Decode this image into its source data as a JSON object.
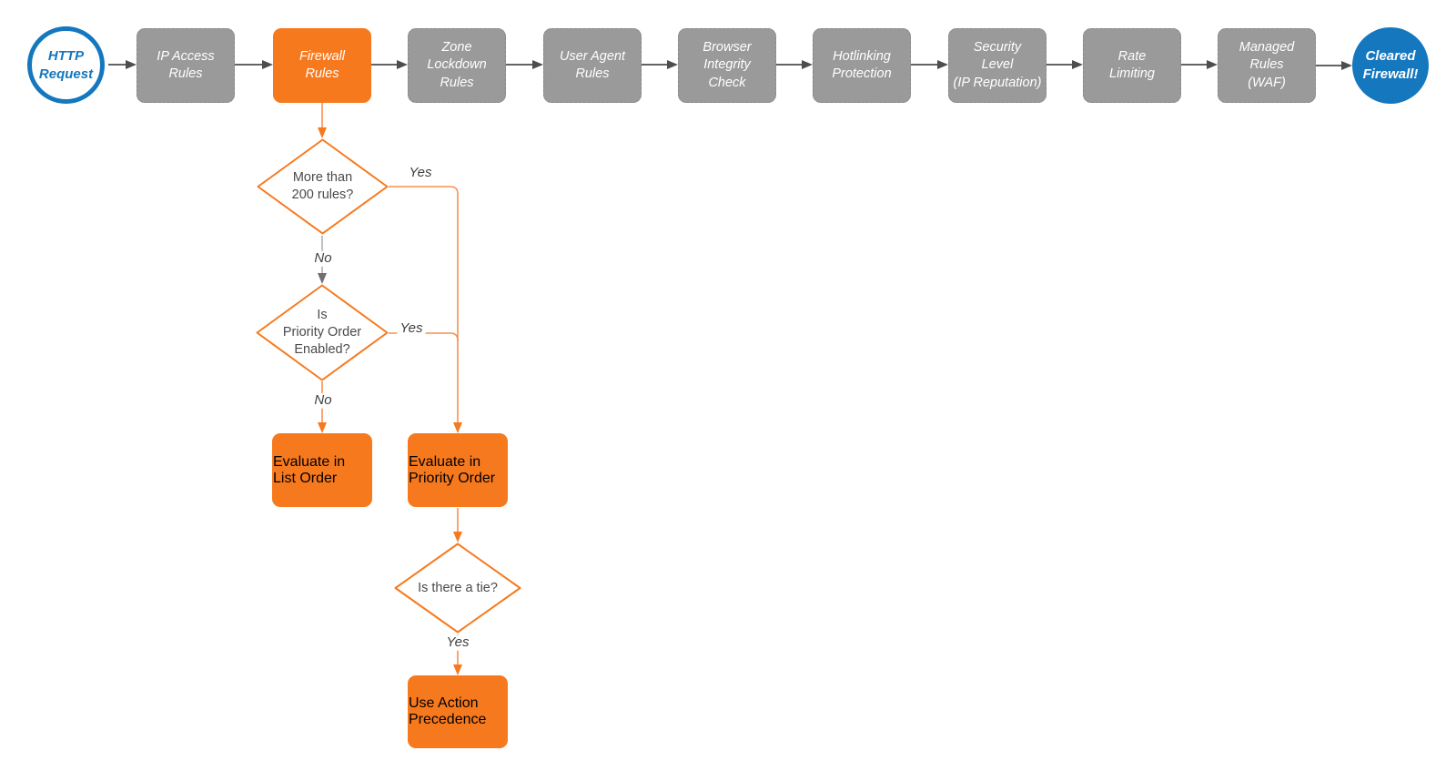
{
  "title": "Firewall request evaluation flowchart",
  "pipeline": {
    "start": {
      "label": "HTTP\nRequest"
    },
    "steps": [
      {
        "label": "IP Access\nRules",
        "highlight": false
      },
      {
        "label": "Firewall\nRules",
        "highlight": true
      },
      {
        "label": "Zone\nLockdown\nRules",
        "highlight": false
      },
      {
        "label": "User Agent\nRules",
        "highlight": false
      },
      {
        "label": "Browser\nIntegrity\nCheck",
        "highlight": false
      },
      {
        "label": "Hotlinking\nProtection",
        "highlight": false
      },
      {
        "label": "Security\nLevel\n(IP Reputation)",
        "highlight": false
      },
      {
        "label": "Rate\nLimiting",
        "highlight": false
      },
      {
        "label": "Managed\nRules\n(WAF)",
        "highlight": false
      }
    ],
    "end": {
      "label": "Cleared\nFirewall!"
    }
  },
  "firewall_rules_detail": {
    "decisions": {
      "more_than_200_rules": "More than\n200 rules?",
      "priority_order_enabled": "Is\nPriority Order\nEnabled?",
      "is_there_a_tie": "Is there a tie?"
    },
    "actions": {
      "evaluate_list_order": "Evaluate\nin\nList Order",
      "evaluate_priority_order": "Evaluate\nin\nPriority Order",
      "use_action_precedence": "Use\nAction\nPrecedence"
    },
    "edge_labels": {
      "d1_yes": "Yes",
      "d1_no": "No",
      "d2_yes": "Yes",
      "d2_no": "No",
      "d3_yes": "Yes"
    }
  },
  "colors": {
    "orange": "#f7791e",
    "orange_connector": "#f89050",
    "gray_node": "#9a9a9a",
    "blue": "#1577be",
    "connector_gray": "#4d4d4f",
    "no_connector_gray": "#b0b0b0",
    "diamond_text": "#4a4a4a"
  }
}
